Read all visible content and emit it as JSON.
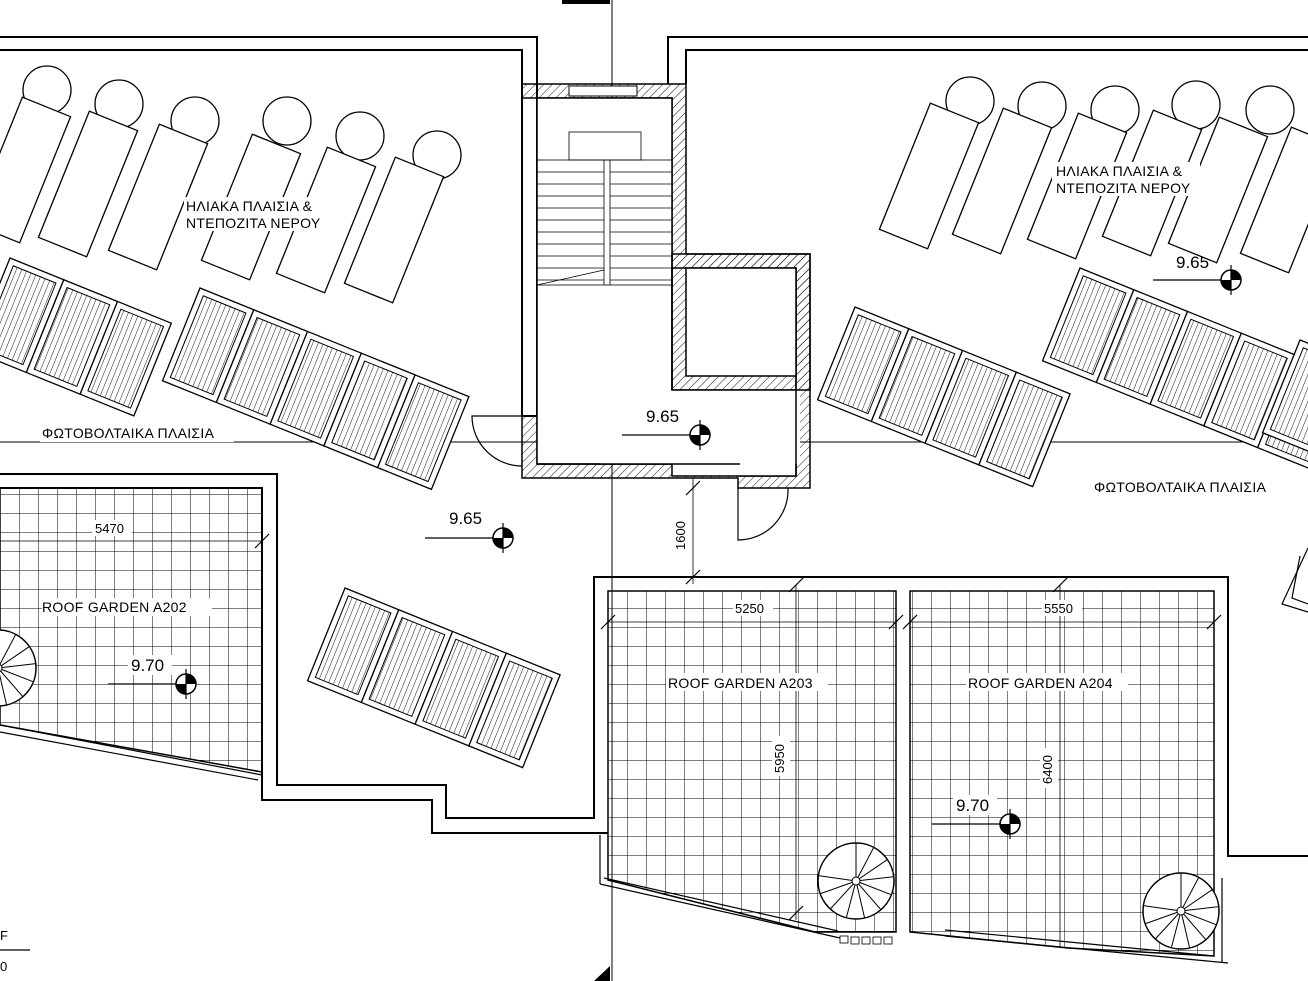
{
  "drawing": {
    "labels": {
      "solar_left_1": "ΗΛΙΑΚΑ ΠΛΑΙΣΙΑ &",
      "solar_left_2": "ΝΤΕΠΟΖΙΤΑ ΝΕΡΟΥ",
      "solar_right_1": "ΗΛΙΑΚΑ ΠΛΑΙΣΙΑ &",
      "solar_right_2": "ΝΤΕΠΟΖΙΤΑ ΝΕΡΟΥ",
      "pv_left": "ΦΩΤΟΒΟΛΤΑΙΚΑ ΠΛΑΙΣΙΑ",
      "pv_right": "ΦΩΤΟΒΟΛΤΑΙΚΑ ΠΛΑΙΣΙΑ",
      "roof_a202": "ROOF GARDEN A202",
      "roof_a203": "ROOF GARDEN A203",
      "roof_a204": "ROOF GARDEN A204"
    },
    "levels": {
      "roof_right": "9.65",
      "stair_landing": "9.65",
      "terrace_center": "9.65",
      "garden_a202": "9.70",
      "garden_a204": "9.70"
    },
    "dimensions": {
      "a202_width": "5470",
      "a203_width": "5250",
      "a204_width": "5550",
      "a203_depth": "5950",
      "a204_depth": "6400",
      "corridor_gap": "1600"
    },
    "corner_fragments": {
      "top": "F",
      "bottom": "0"
    }
  }
}
